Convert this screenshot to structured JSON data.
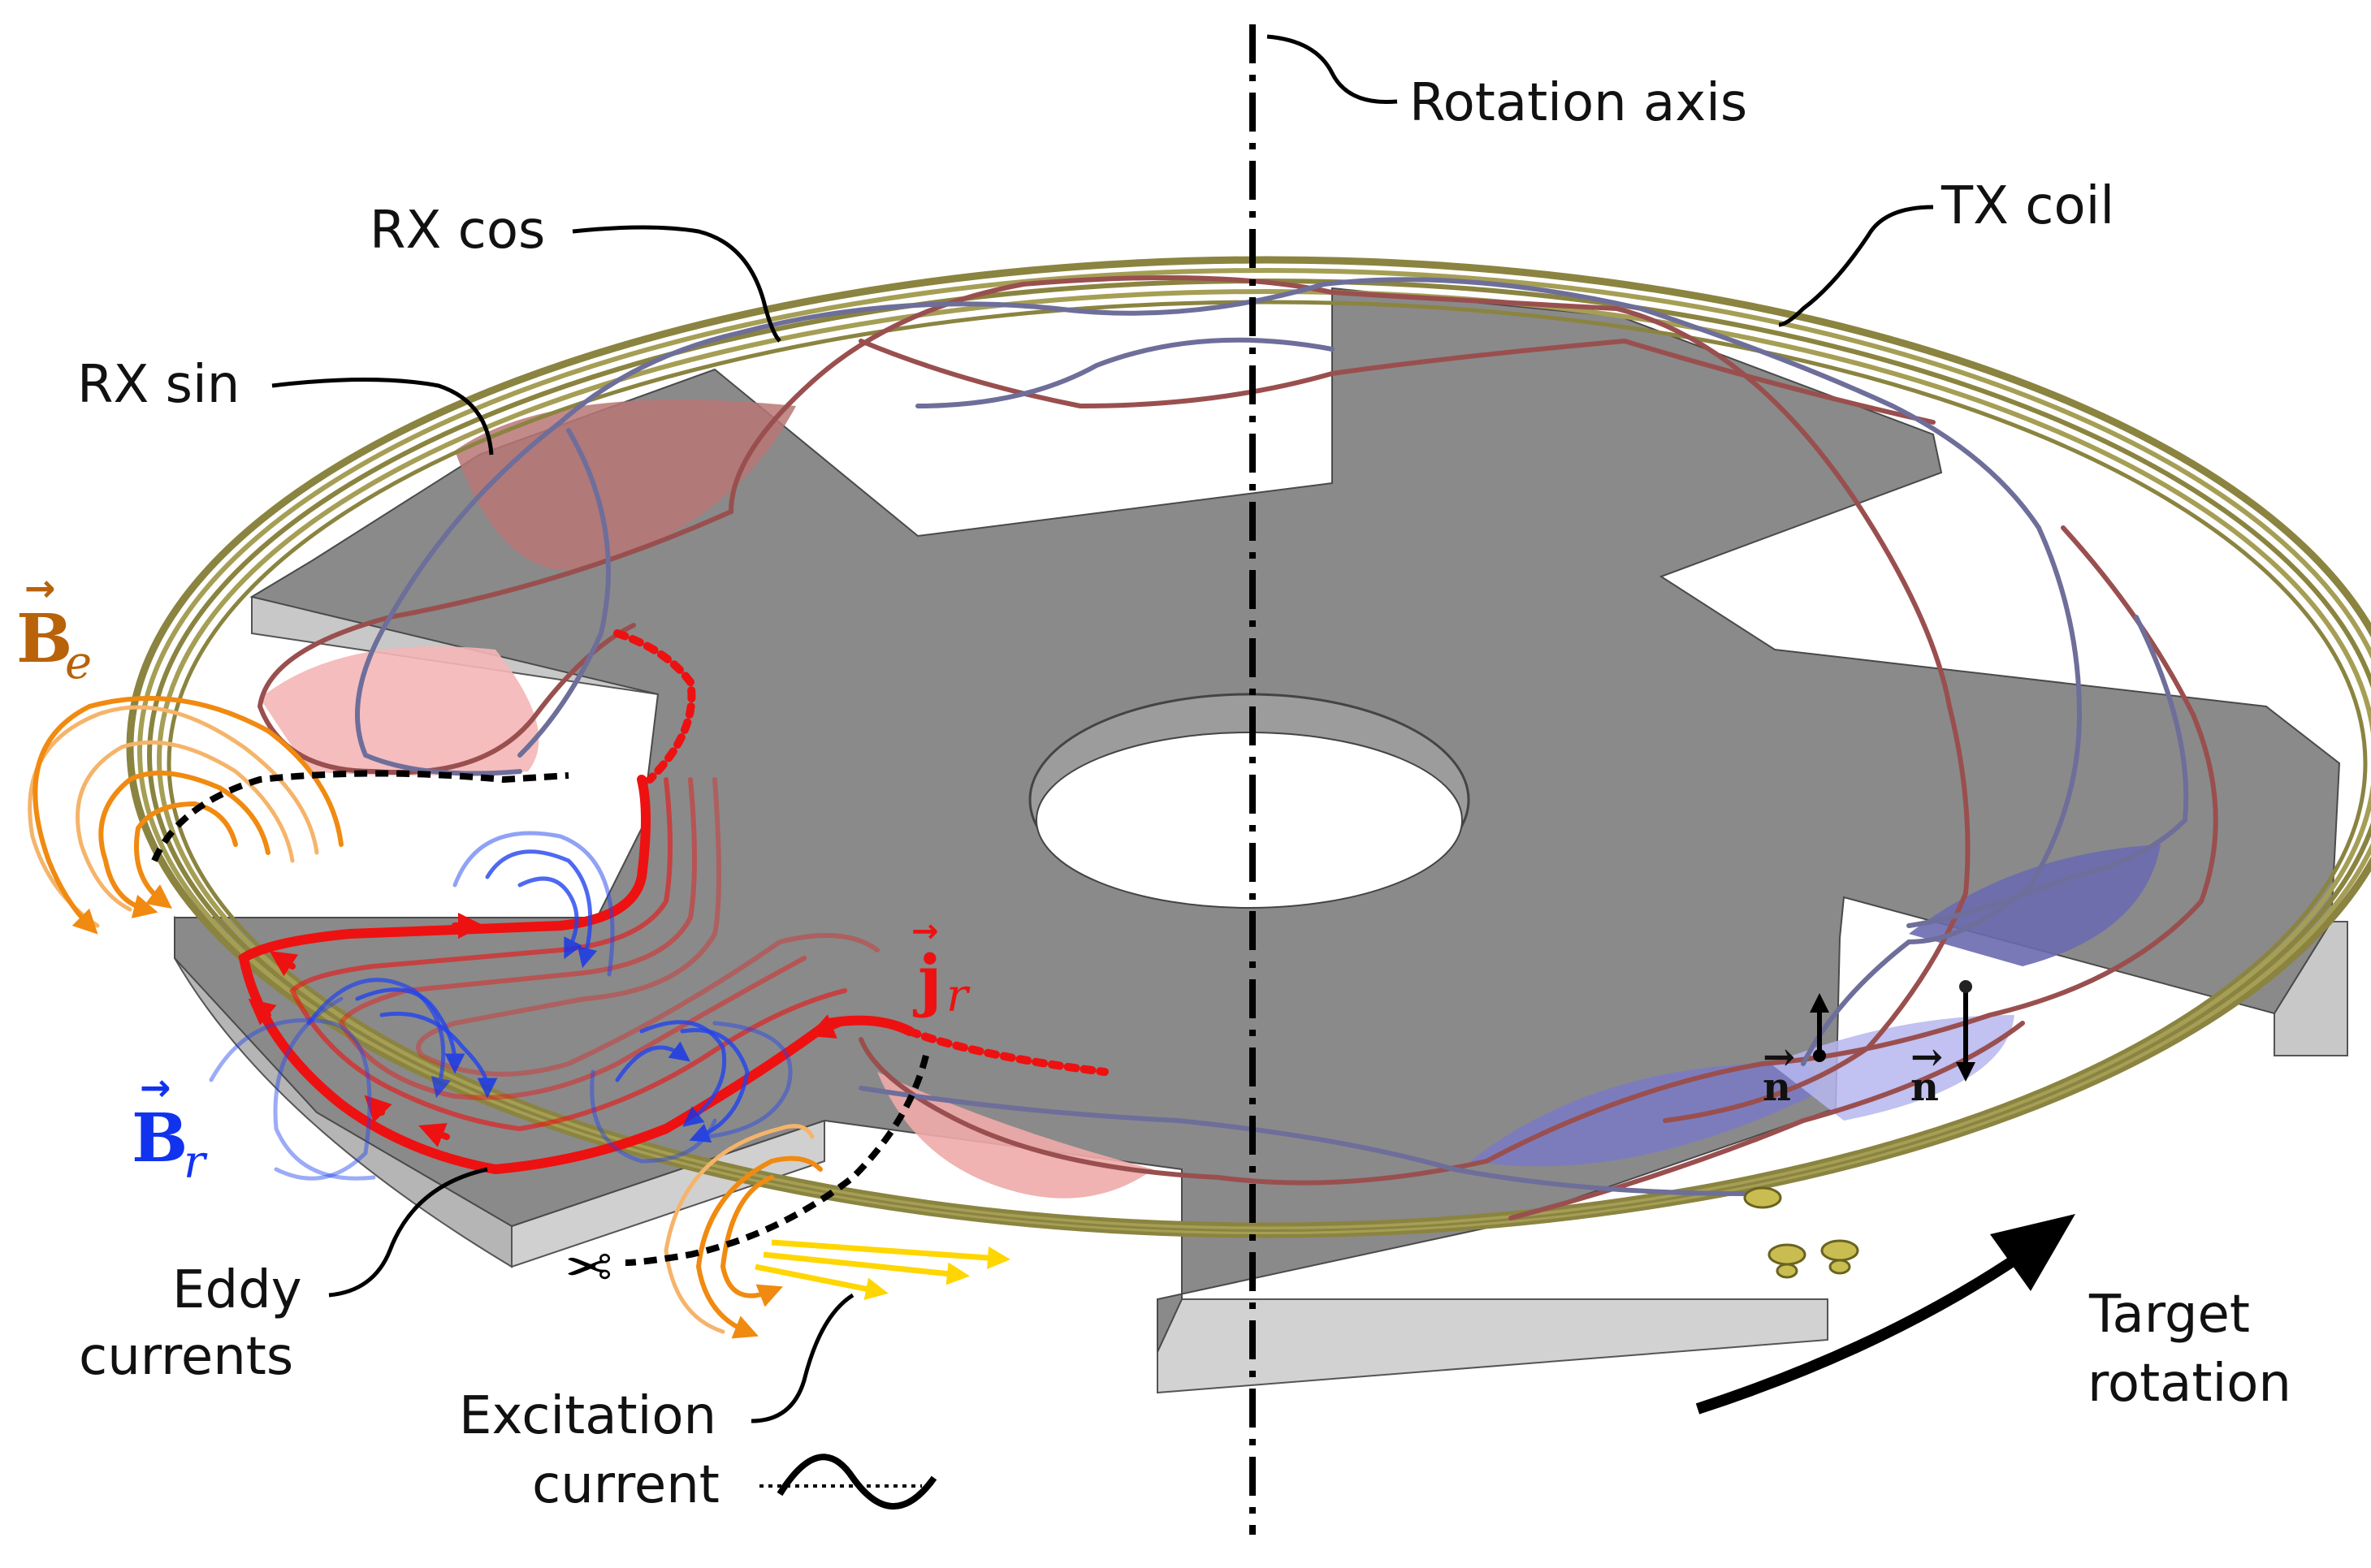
{
  "labels": {
    "rotation_axis": "Rotation axis",
    "rx_cos": "RX cos",
    "tx_coil": "TX coil",
    "rx_sin": "RX sin",
    "eddy_line1": "Eddy",
    "eddy_line2": "currents",
    "excitation_line1": "Excitation",
    "excitation_line2": "current",
    "target_line1": "Target",
    "target_line2": "rotation"
  },
  "math": {
    "be_symbol": "B",
    "be_sub": "e",
    "br_symbol": "B",
    "br_sub": "r",
    "jr_symbol": "j",
    "jr_sub": "r",
    "normal_symbol": "n"
  },
  "icons": {
    "scissors": "✂"
  },
  "colors": {
    "target": "#8c8c8c",
    "target_side": "#b9b9b9",
    "tx_coil": "#8a8440",
    "rx_cos_wire": "#9a4f4f",
    "rx_sin_wire": "#6e6e9a",
    "rx_sin_fill": "#e59a9a",
    "rx_cos_fill": "#8080d8",
    "eddy": "#ee1111",
    "br": "#2244ee",
    "be": "#f08a10",
    "excitation": "#ffd600",
    "be_label": "#b8620a"
  }
}
